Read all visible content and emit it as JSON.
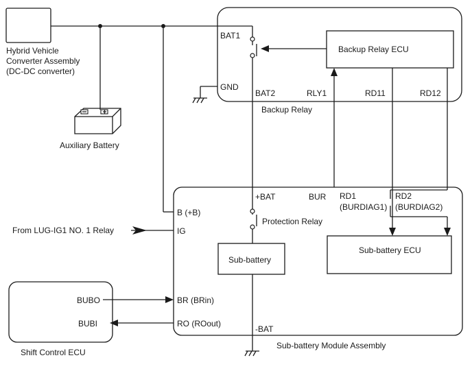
{
  "components": {
    "hybrid_converter": {
      "lines": [
        "Hybrid Vehicle",
        "Converter Assembly",
        "(DC-DC converter)"
      ]
    },
    "auxiliary_battery": {
      "label": "Auxiliary Battery"
    },
    "backup_relay": {
      "label": "Backup Relay",
      "ecu_label": "Backup Relay ECU",
      "terminals": {
        "bat1": "BAT1",
        "gnd": "GND",
        "bat2": "BAT2",
        "rly1": "RLY1",
        "rd11": "RD11",
        "rd12": "RD12"
      }
    },
    "sub_battery_module": {
      "label": "Sub-battery Module Assembly",
      "terminals": {
        "b_plus": "B (+B)",
        "ig": "IG",
        "br": "BR (BRin)",
        "ro": "RO (ROout)",
        "plus_bat": "+BAT",
        "minus_bat": "-BAT",
        "bur": "BUR",
        "rd1": "RD1",
        "rd1_sub": "(BURDIAG1)",
        "rd2": "RD2",
        "rd2_sub": "(BURDIAG2)"
      },
      "protection_relay": "Protection Relay",
      "sub_battery": "Sub-battery",
      "sub_battery_ecu": "Sub-battery ECU"
    },
    "shift_control_ecu": {
      "label": "Shift Control ECU",
      "terminals": {
        "bubo": "BUBO",
        "bubi": "BUBI"
      }
    },
    "external_input": {
      "label": "From LUG-IG1 NO. 1 Relay"
    }
  }
}
